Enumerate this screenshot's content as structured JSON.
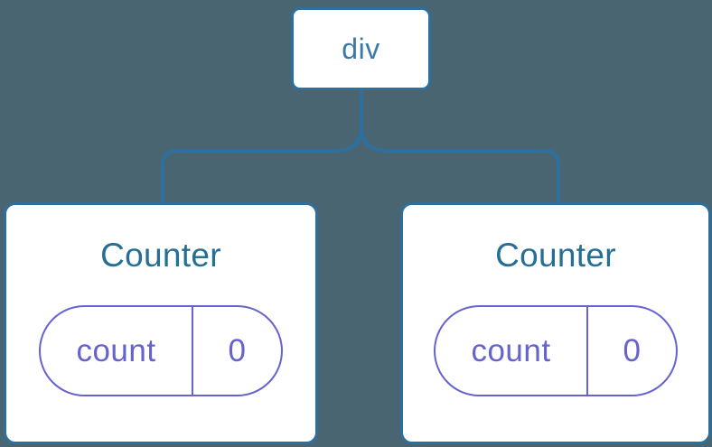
{
  "diagram": {
    "type": "component-tree",
    "colors": {
      "background": "#4a6572",
      "node_border_blue": "#2e6f9e",
      "root_label_blue": "#3a7aa6",
      "title_blue": "#256e94",
      "state_purple": "#6663cf",
      "card_background": "#ffffff"
    },
    "root": {
      "label": "div"
    },
    "children": [
      {
        "title": "Counter",
        "state": [
          {
            "key": "count",
            "value": "0"
          }
        ]
      },
      {
        "title": "Counter",
        "state": [
          {
            "key": "count",
            "value": "0"
          }
        ]
      }
    ]
  }
}
